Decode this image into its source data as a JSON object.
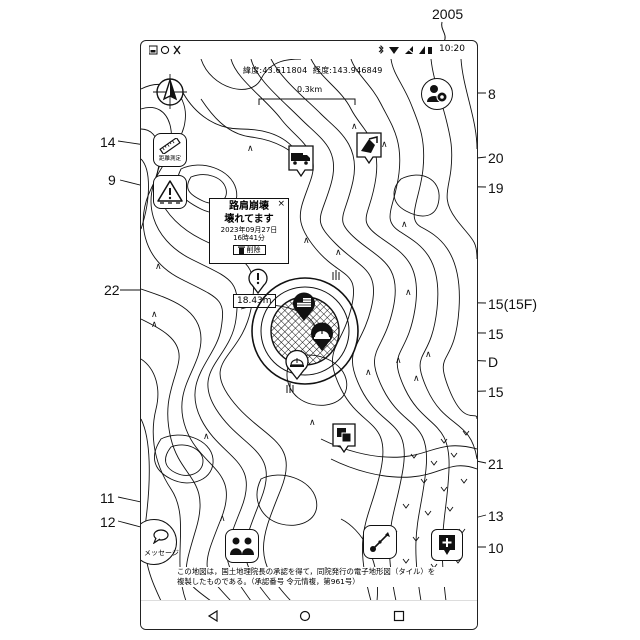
{
  "figure": {
    "label": "2005"
  },
  "reference_labels": {
    "r8": "8",
    "r14": "14",
    "r9": "9",
    "r20": "20",
    "r19": "19",
    "r22": "22",
    "r15f": "15(15F)",
    "r15a": "15",
    "r15b": "15",
    "rD": "D",
    "r21": "21",
    "r11": "11",
    "r12": "12",
    "r13": "13",
    "r10": "10"
  },
  "status_bar": {
    "time": "10:20"
  },
  "map": {
    "lat_label": "緯度",
    "lat_value": "43.611804",
    "lon_label": "経度",
    "lon_value": "143.946849",
    "scale_label": "0.3km"
  },
  "buttons": {
    "measure_label": "距離測定",
    "message_label": "メッセージ"
  },
  "popup": {
    "title_line1": "路肩崩壊",
    "title_line2": "壊れてます",
    "date": "2023年09月27日",
    "time": "16時41分",
    "delete_label": "削除",
    "close_label": "×"
  },
  "distance": {
    "value": "18.43m"
  },
  "credit": {
    "line1": "この地図は，国土地理院長の承認を得て，同院発行の電子地形図（タイル）を",
    "line2": "複製したものである。（承認番号 令元情複，第961号）"
  },
  "colors": {
    "line": "#111111",
    "background": "#ffffff"
  }
}
